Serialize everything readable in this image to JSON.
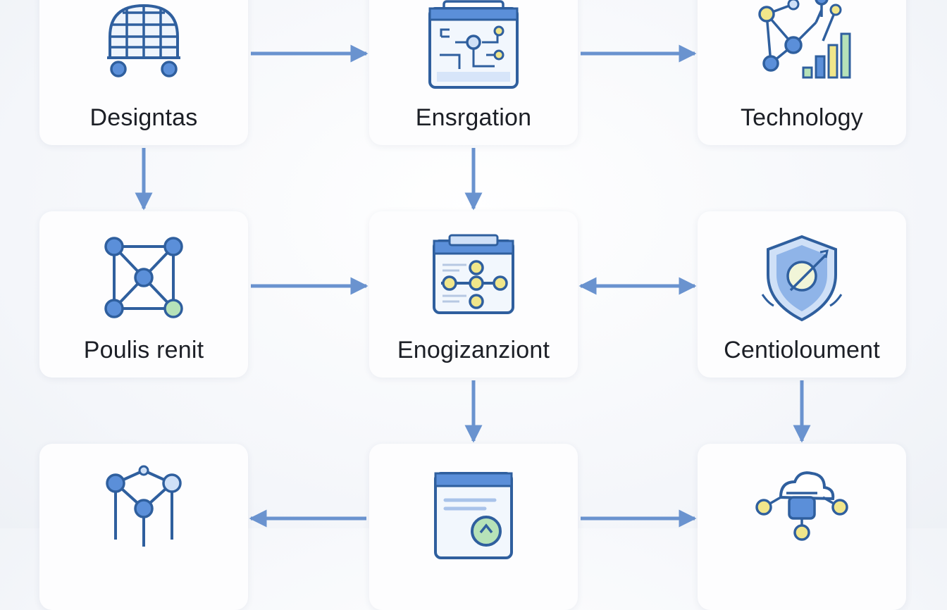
{
  "colors": {
    "stroke": "#2f5f9e",
    "node": "#5b8fd9",
    "accent_yellow": "#f1e68a",
    "accent_green": "#b6e2b8",
    "accent_blue": "#cfe0f7",
    "arrow": "#6a93cf"
  },
  "nodes": [
    {
      "id": "n1",
      "label": "Designtas",
      "icon": "globe-grid-icon"
    },
    {
      "id": "n2",
      "label": "Ensrgation",
      "icon": "circuit-board-icon"
    },
    {
      "id": "n3",
      "label": "Technology",
      "icon": "network-bar-chart-icon"
    },
    {
      "id": "n4",
      "label": "Poulis renit",
      "icon": "network-square-icon"
    },
    {
      "id": "n5",
      "label": "Enogizanziont",
      "icon": "slider-panel-icon"
    },
    {
      "id": "n6",
      "label": "Centioloument",
      "icon": "shield-icon"
    },
    {
      "id": "n7",
      "label": "",
      "icon": "network-hexagon-icon"
    },
    {
      "id": "n8",
      "label": "",
      "icon": "browser-window-icon"
    },
    {
      "id": "n9",
      "label": "",
      "icon": "cloud-network-icon"
    }
  ],
  "edges": [
    {
      "from": "n1",
      "to": "n2",
      "direction": "forward"
    },
    {
      "from": "n2",
      "to": "n3",
      "direction": "forward"
    },
    {
      "from": "n1",
      "to": "n4",
      "direction": "forward"
    },
    {
      "from": "n2",
      "to": "n5",
      "direction": "forward"
    },
    {
      "from": "n4",
      "to": "n5",
      "direction": "forward"
    },
    {
      "from": "n5",
      "to": "n6",
      "direction": "both"
    },
    {
      "from": "n5",
      "to": "n8",
      "direction": "forward"
    },
    {
      "from": "n6",
      "to": "n9",
      "direction": "forward"
    },
    {
      "from": "n8",
      "to": "n7",
      "direction": "forward"
    },
    {
      "from": "n8",
      "to": "n9",
      "direction": "forward"
    }
  ]
}
